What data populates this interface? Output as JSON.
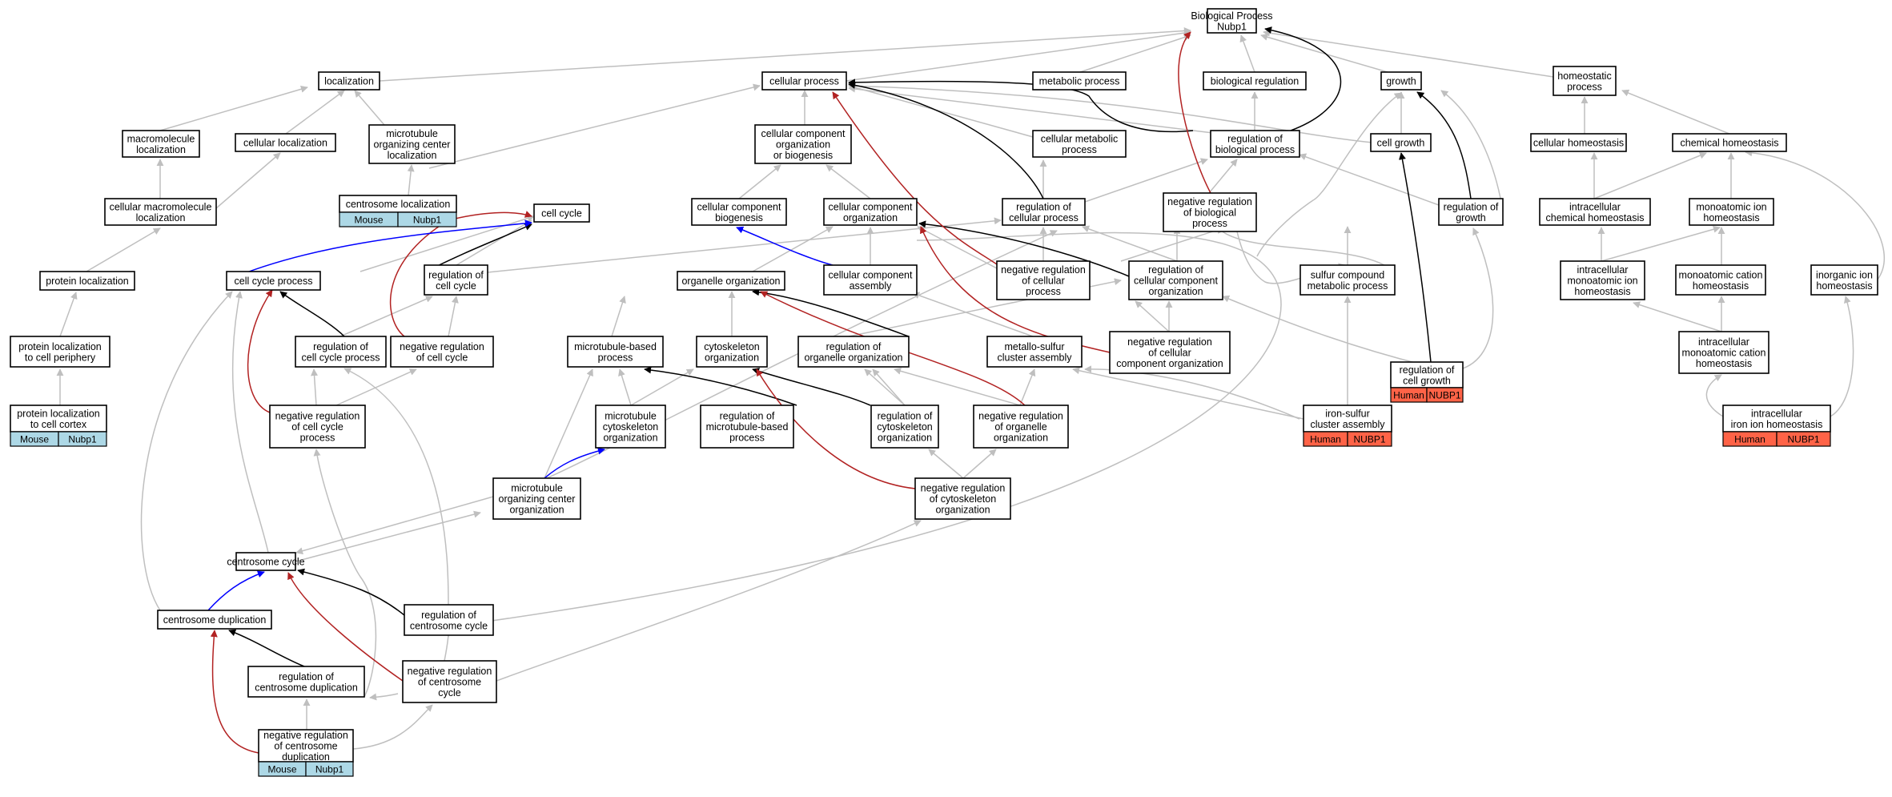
{
  "colors": {
    "gray": "#bfbfbf",
    "black": "#000000",
    "red": "#b22222",
    "blue": "#0000ff",
    "mouse_tag": "#add8e6",
    "human_tag": "#ff6347"
  },
  "nodes": {
    "bp": [
      "Biological Process",
      "Nubp1"
    ],
    "loc": [
      "localization"
    ],
    "cp": [
      "cellular process"
    ],
    "mp": [
      "metabolic process"
    ],
    "br": [
      "biological regulation"
    ],
    "growth": [
      "growth"
    ],
    "hp": [
      "homeostatic",
      "process"
    ],
    "mml": [
      "macromolecule",
      "localization"
    ],
    "cl": [
      "cellular localization"
    ],
    "mocl": [
      "microtubule",
      "organizing center",
      "localization"
    ],
    "ccob": [
      "cellular component",
      "organization",
      "or biogenesis"
    ],
    "cmp": [
      "cellular metabolic",
      "process"
    ],
    "rbp": [
      "regulation of",
      "biological process"
    ],
    "cg": [
      "cell growth"
    ],
    "ch": [
      "cellular homeostasis"
    ],
    "chem": [
      "chemical homeostasis"
    ],
    "cenloc": [
      "centrosome localization"
    ],
    "cmml": [
      "cellular macromolecule",
      "localization"
    ],
    "cc": [
      "cell cycle"
    ],
    "ccb": [
      "cellular component",
      "biogenesis"
    ],
    "cco": [
      "cellular component",
      "organization"
    ],
    "rcp": [
      "regulation of",
      "cellular process"
    ],
    "nrbp": [
      "negative regulation",
      "of biological",
      "process"
    ],
    "rg": [
      "regulation of",
      "growth"
    ],
    "icch": [
      "intracellular",
      "chemical homeostasis"
    ],
    "mih": [
      "monoatomic ion",
      "homeostasis"
    ],
    "pl": [
      "protein localization"
    ],
    "ccp": [
      "cell cycle process"
    ],
    "rcc": [
      "regulation of",
      "cell cycle"
    ],
    "oo": [
      "organelle organization"
    ],
    "cca": [
      "cellular component",
      "assembly"
    ],
    "nrcp": [
      "negative regulation",
      "of cellular",
      "process"
    ],
    "rcco": [
      "regulation of",
      "cellular component",
      "organization"
    ],
    "scmp": [
      "sulfur compound",
      "metabolic process"
    ],
    "imih": [
      "intracellular",
      "monoatomic ion",
      "homeostasis"
    ],
    "mch": [
      "monoatomic cation",
      "homeostasis"
    ],
    "iih": [
      "inorganic ion",
      "homeostasis"
    ],
    "plp": [
      "protein localization",
      "to cell periphery"
    ],
    "rccp": [
      "regulation of",
      "cell cycle process"
    ],
    "nrcc": [
      "negative regulation",
      "of cell cycle"
    ],
    "mtbp": [
      "microtubule-based",
      "process"
    ],
    "co": [
      "cytoskeleton",
      "organization"
    ],
    "roo": [
      "regulation of",
      "organelle organization"
    ],
    "mca": [
      "metallo-sulfur",
      "cluster assembly"
    ],
    "nrcco": [
      "negative regulation",
      "of cellular",
      "component organization"
    ],
    "rcgr": [
      "regulation of",
      "cell growth"
    ],
    "imch": [
      "intracellular",
      "monoatomic cation",
      "homeostasis"
    ],
    "plc": [
      "protein localization",
      "to cell cortex"
    ],
    "nrccp": [
      "negative regulation",
      "of cell cycle",
      "process"
    ],
    "mco": [
      "microtubule",
      "cytoskeleton",
      "organization"
    ],
    "rmtbp": [
      "regulation of",
      "microtubule-based",
      "process"
    ],
    "rco": [
      "regulation of",
      "cytoskeleton",
      "organization"
    ],
    "nroo": [
      "negative regulation",
      "of organelle",
      "organization"
    ],
    "isca": [
      "iron-sulfur",
      "cluster assembly"
    ],
    "iih2": [
      "intracellular",
      "iron ion homeostasis"
    ],
    "moco": [
      "microtubule",
      "organizing center",
      "organization"
    ],
    "nrco": [
      "negative regulation",
      "of cytoskeleton",
      "organization"
    ],
    "cenc": [
      "centrosome cycle"
    ],
    "cdup": [
      "centrosome duplication"
    ],
    "rcenc": [
      "regulation of",
      "centrosome cycle"
    ],
    "rcdup": [
      "regulation of",
      "centrosome duplication"
    ],
    "nrcenc": [
      "negative regulation",
      "of centrosome",
      "cycle"
    ],
    "nrcdup": [
      "negative regulation",
      "of centrosome",
      "duplication"
    ]
  },
  "tags": {
    "cenloc": [
      "Mouse",
      "Nubp1"
    ],
    "plc": [
      "Mouse",
      "Nubp1"
    ],
    "nrcdup": [
      "Mouse",
      "Nubp1"
    ],
    "rcgr": [
      "Human",
      "NUBP1"
    ],
    "isca": [
      "Human",
      "NUBP1"
    ],
    "iih2": [
      "Human",
      "NUBP1"
    ]
  }
}
